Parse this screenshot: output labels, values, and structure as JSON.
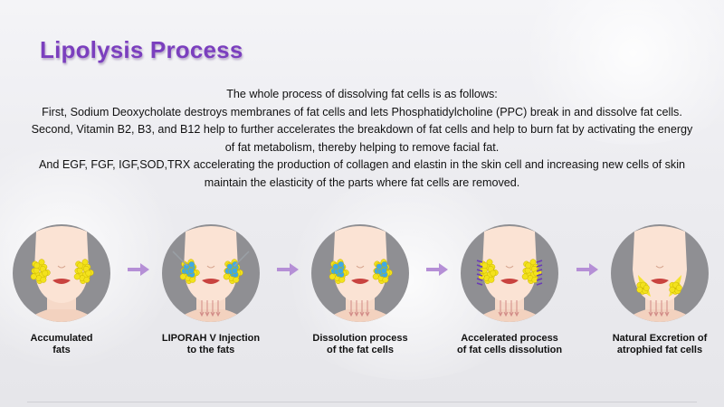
{
  "title": "Lipolysis Process",
  "paragraphs": [
    "The whole process of dissolving fat cells is as follows:",
    "First, Sodium Deoxycholate destroys membranes of fat cells and lets Phosphatidylcholine (PPC) break in and dissolve fat cells.",
    "Second, Vitamin B2, B3, and B12 help to further accelerates the breakdown of fat cells and help to burn fat by activating the energy of fat metabolism, thereby helping to remove facial fat.",
    "And EGF, FGF, IGF,SOD,TRX accelerating the production of collagen and elastin in the skin cell and increasing new cells of skin maintain the elasticity of the parts where fat cells are removed."
  ],
  "steps": [
    {
      "line1": "Accumulated",
      "line2": "fats"
    },
    {
      "line1": "LIPORAH V Injection",
      "line2": "to the fats"
    },
    {
      "line1": "Dissolution process",
      "line2": "of the fat cells"
    },
    {
      "line1": "Accelerated process",
      "line2": "of fat cells dissolution"
    },
    {
      "line1": "Natural Excretion of",
      "line2": "atrophied fat cells"
    }
  ],
  "colors": {
    "title": "#7b3fbe",
    "arrow": "#b58fd6",
    "fat_yellow": "#f3e21c",
    "injection_blue": "#3fa9e6",
    "burn_purple": "#6a3ab8"
  },
  "icons": [
    "face-icon",
    "arrow-right-icon"
  ]
}
